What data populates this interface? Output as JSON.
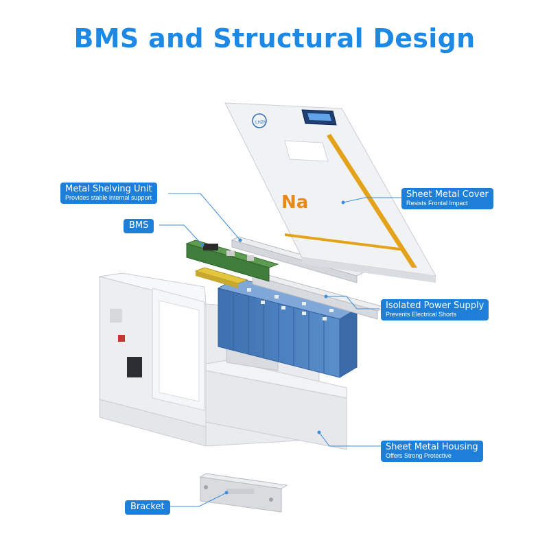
{
  "title": "BMS and Structural Design",
  "brand": {
    "mark": "Na",
    "logo_text": "LHZN"
  },
  "colors": {
    "accent": "#1E7FD8",
    "title": "#1E88E5",
    "panel_stripe": "#E3A21A",
    "brand_mark": "#E88A1A"
  },
  "callouts": {
    "metal_shelving": {
      "title": "Metal Shelving Unit",
      "subtitle": "Provides stable internal support"
    },
    "bms": {
      "title": "BMS"
    },
    "sheet_metal_cover": {
      "title": "Sheet Metal Cover",
      "subtitle": "Resists Frontal Impact"
    },
    "isolated_power": {
      "title": "Isolated Power Supply",
      "subtitle": "Prevents Electrical Shorts"
    },
    "sheet_metal_housing": {
      "title": "Sheet Metal Housing",
      "subtitle": "Offers Strong Protective"
    },
    "bracket": {
      "title": "Bracket"
    }
  }
}
